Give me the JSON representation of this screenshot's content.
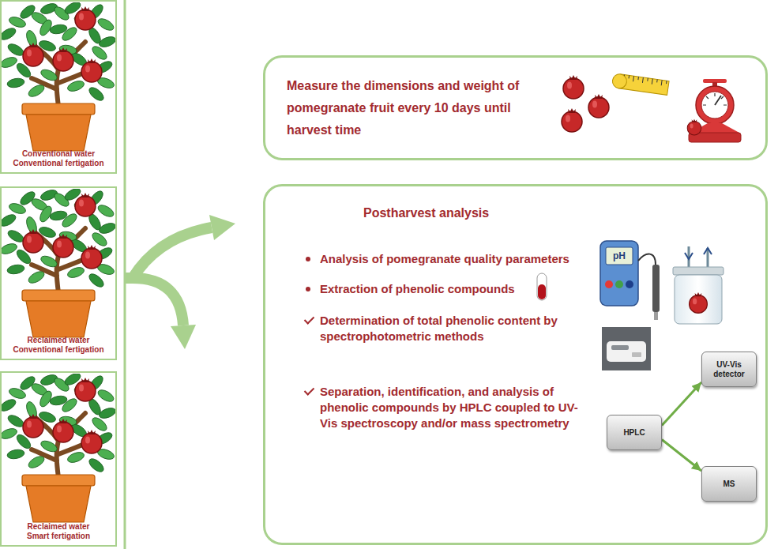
{
  "diagram": {
    "nodes": [
      {
        "text": [
          "Conventional water Conventional fertigation"
        ]
      },
      {
        "text": [
          "Reclaimed water Conventional fertigation"
        ]
      },
      {
        "text": [
          "Reclaimed water Smart fertigation"
        ]
      },
      {
        "text": [
          "Measure the dimensions and weight of pomegranate fruit every 10 days until harvest time"
        ]
      },
      {
        "text": [
          "Postharvest analysis",
          "Analysis of pomegranate quality parameters",
          "Extraction of phenolic compounds",
          "Determination of total phenolic content by spectrophotometric methods",
          "Separation, identification, and analysis of phenolic compounds by HPLC coupled to UV-Vis spectroscopy and/or mass spectrometry"
        ]
      },
      {
        "text": [
          "UV-Vis detector"
        ],
        "in": 4
      },
      {
        "text": [
          "HPLC"
        ],
        "in": 4
      },
      {
        "text": [
          "MS"
        ],
        "in": 4
      }
    ],
    "edges": [
      {
        "from": 6,
        "to": 5,
        "arrow": "to"
      },
      {
        "from": 6,
        "to": 7,
        "arrow": "to"
      }
    ],
    "labels": [
      "pH"
    ]
  }
}
